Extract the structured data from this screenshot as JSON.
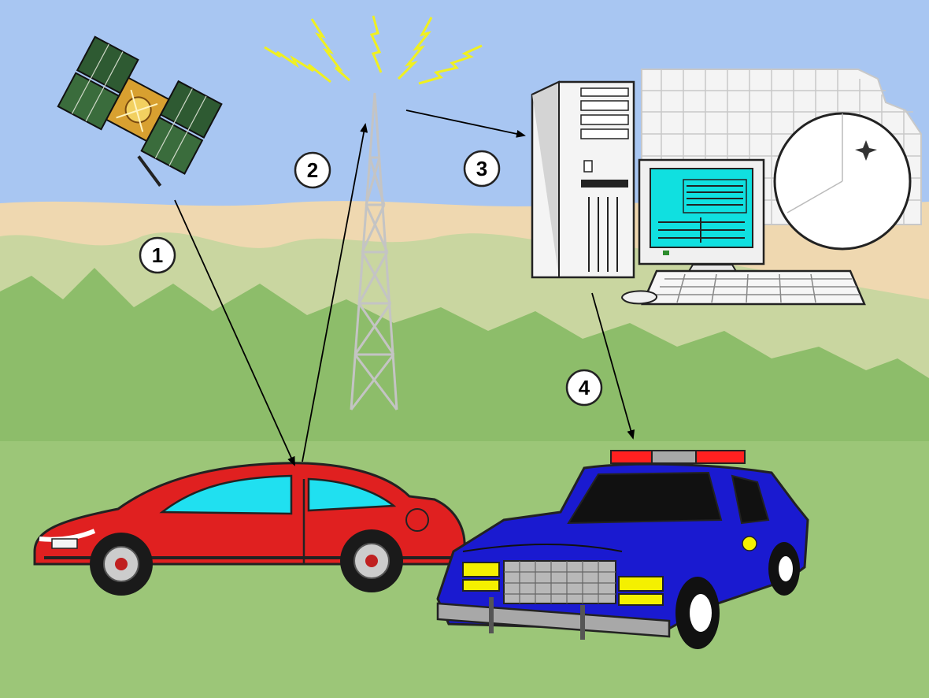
{
  "steps": [
    {
      "number": "1"
    },
    {
      "number": "2"
    },
    {
      "number": "3"
    },
    {
      "number": "4"
    }
  ],
  "icons": {
    "satellite": "satellite-icon",
    "tower": "radio-tower-icon",
    "signals": "radio-signal-icon",
    "computer": "computer-workstation-icon",
    "map": "kansas-county-map-icon",
    "radar": "radar-dish-icon",
    "car": "red-car-icon",
    "police_car": "police-car-icon"
  },
  "colors": {
    "sky": "#a8c6f2",
    "sand": "#efd8b0",
    "grass": "#9cc678",
    "forest": "#8dbd6a",
    "car_red": "#e02020",
    "police_blue": "#1a1ad0",
    "light_red": "#ff2020",
    "screen_cyan": "#10e0e0",
    "signal_yellow": "#f0f020"
  }
}
